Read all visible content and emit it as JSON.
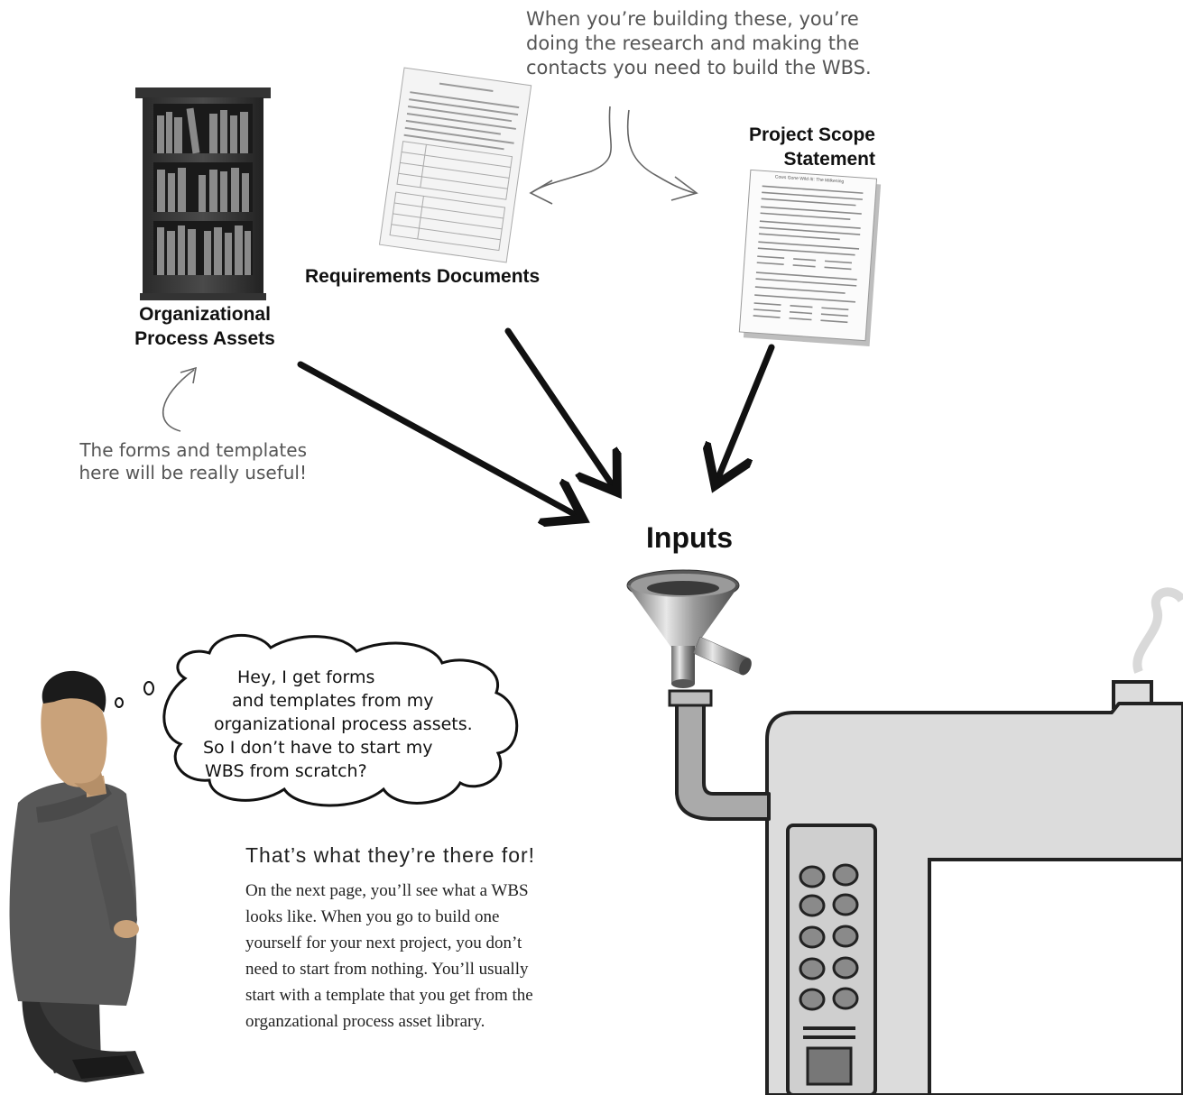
{
  "annotations": {
    "top_note": [
      "When you’re building these, you’re",
      "doing the research and making the",
      "contacts you need to build the WBS."
    ],
    "forms_note": [
      "The forms and templates",
      "here will be really useful!"
    ]
  },
  "inputs": {
    "opa_label": [
      "Organizational",
      "Process Assets"
    ],
    "requirements_label": "Requirements Documents",
    "scope_label": [
      "Project Scope",
      "Statement"
    ],
    "scope_doc_title": "Cows Gone Wild III: The Milkening",
    "funnel_label": "Inputs"
  },
  "thought_bubble": [
    "Hey, I get forms",
    "and templates from my",
    "organizational process assets.",
    "So I don’t have to start my",
    "WBS from scratch?"
  ],
  "answer": {
    "heading": "That’s what they’re there for!",
    "body": [
      "On the next page, you’ll see what a WBS",
      "looks like. When you go to build one",
      "yourself for your next project, you don’t",
      "need to start from nothing. You’ll usually",
      "start with a template that you get from the",
      "organzational process asset library."
    ]
  },
  "colors": {
    "arrow": "#111111",
    "machine_fill": "#dcdcdc",
    "annotation": "#555555"
  },
  "icons": [
    "bookshelf-icon",
    "requirements-document-icon",
    "scope-statement-document-icon",
    "funnel-icon",
    "machine-illustration",
    "person-illustration"
  ]
}
